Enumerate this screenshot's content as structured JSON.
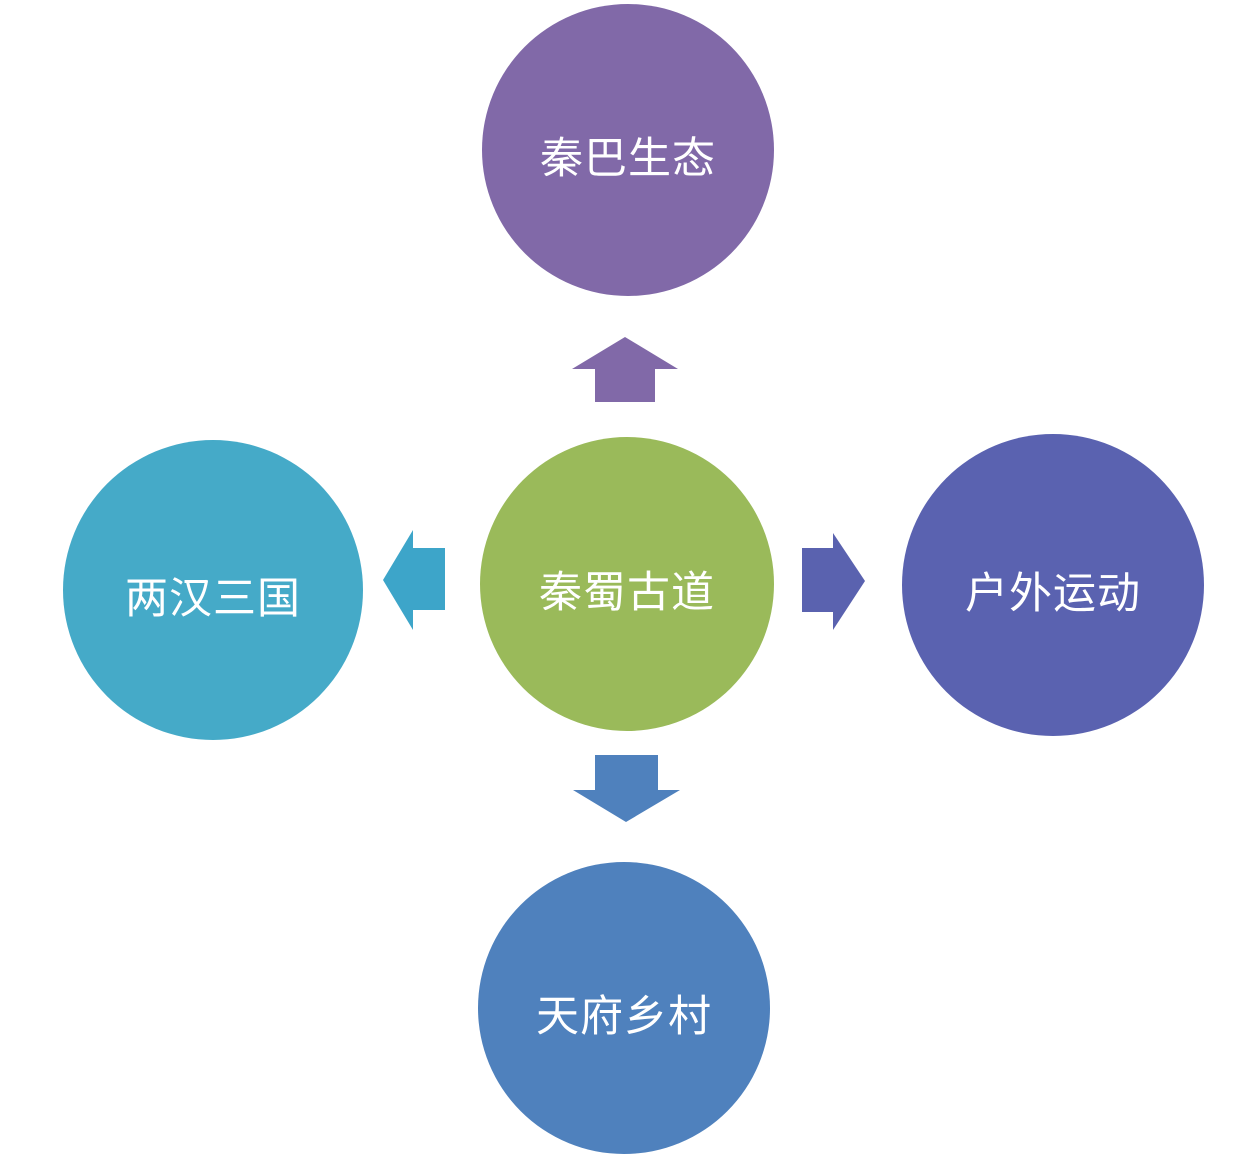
{
  "diagram": {
    "type": "hub-and-spoke",
    "background": "#ffffff",
    "text_color": "#ffffff",
    "center": {
      "label": "秦蜀古道",
      "color": "#9aba5a"
    },
    "spokes": {
      "top": {
        "label": "秦巴生态",
        "color": "#8169a8",
        "arrow_color": "#8169a8",
        "direction": "up"
      },
      "left": {
        "label": "两汉三国",
        "color": "#45aac8",
        "arrow_color": "#3da5c9",
        "direction": "left"
      },
      "right": {
        "label": "户外运动",
        "color": "#5a62b0",
        "arrow_color": "#5a62af",
        "direction": "right"
      },
      "bottom": {
        "label": "天府乡村",
        "color": "#4f81bd",
        "arrow_color": "#4f81bd",
        "direction": "down"
      }
    }
  }
}
